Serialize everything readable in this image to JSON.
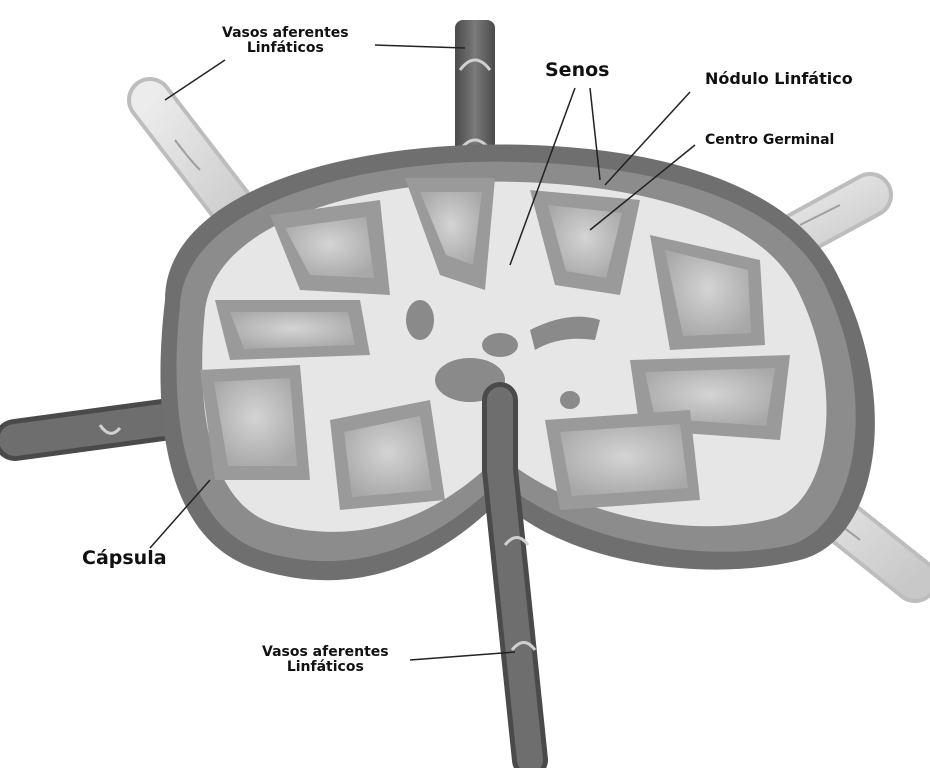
{
  "labels": {
    "afferent_top_line1": "Vasos aferentes",
    "afferent_top_line2": "Linfáticos",
    "sinuses": "Senos",
    "lymph_nodule": "Nódulo Linfático",
    "germinal_center": "Centro Germinal",
    "capsule": "Cápsula",
    "afferent_bottom_line1": "Vasos aferentes",
    "afferent_bottom_line2": "Linfáticos"
  },
  "colors": {
    "capsule_outer": "#6f6f6f",
    "capsule_rim": "#8c8c8c",
    "interior": "#e6e6e6",
    "nodule": "#9a9a9a",
    "germinal": "#c4c4c4",
    "vessel_light": "#d9d9d9",
    "vessel_dark": "#5a5a5a",
    "line": "#222222"
  }
}
